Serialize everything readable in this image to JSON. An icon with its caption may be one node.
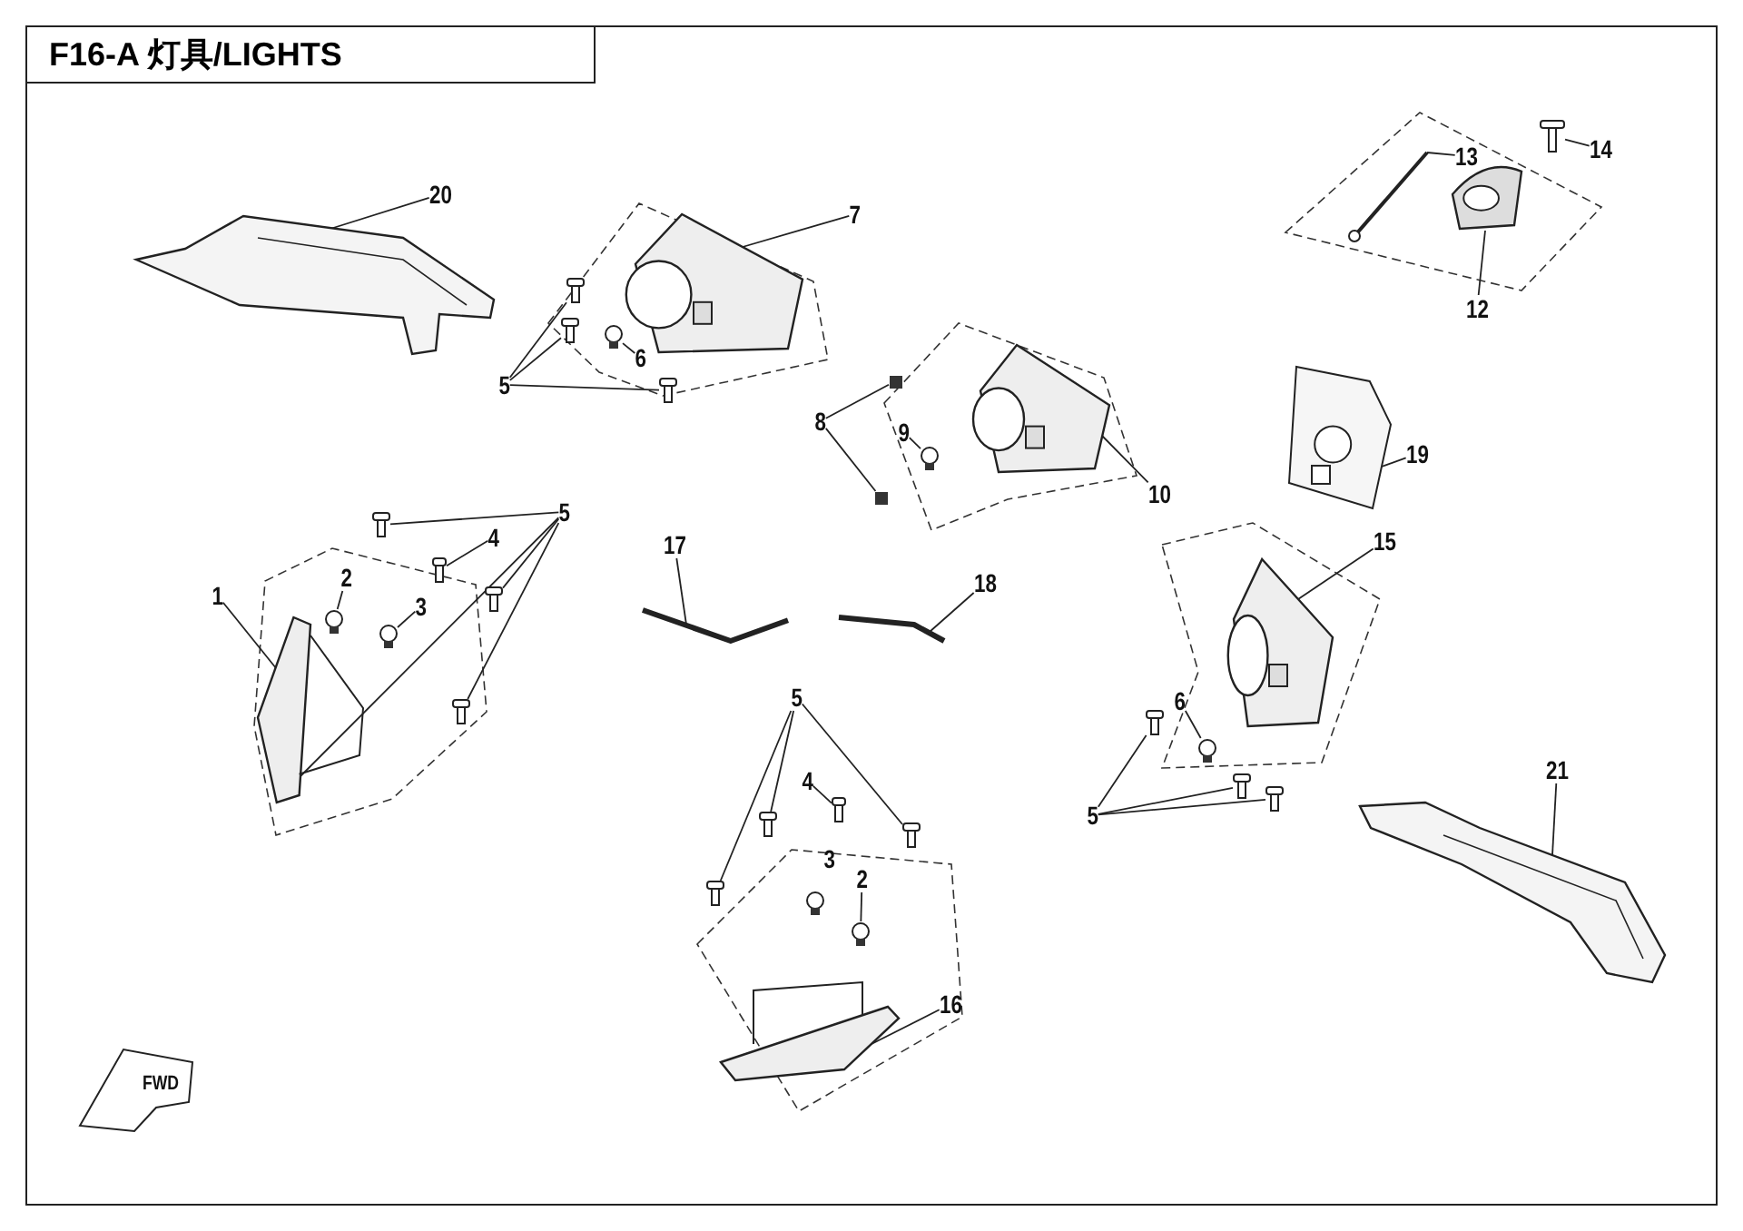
{
  "diagram": {
    "title": "F16-A 灯具/LIGHTS",
    "nodes": [
      {
        "text": [
          "20"
        ]
      },
      {
        "text": [
          "7"
        ]
      },
      {
        "text": [
          "5"
        ]
      },
      {
        "text": [
          "6"
        ]
      },
      {
        "text": [
          "13"
        ]
      },
      {
        "text": [
          "14"
        ]
      },
      {
        "text": [
          "12"
        ]
      },
      {
        "text": [
          "19"
        ]
      },
      {
        "text": [
          "8"
        ]
      },
      {
        "text": [
          "9"
        ]
      },
      {
        "text": [
          "10"
        ]
      },
      {
        "text": [
          "5"
        ]
      },
      {
        "text": [
          "4"
        ]
      },
      {
        "text": [
          "1"
        ]
      },
      {
        "text": [
          "2"
        ]
      },
      {
        "text": [
          "3"
        ]
      },
      {
        "text": [
          "17"
        ]
      },
      {
        "text": [
          "18"
        ]
      },
      {
        "text": [
          "15"
        ]
      },
      {
        "text": [
          "6"
        ]
      },
      {
        "text": [
          "5"
        ]
      },
      {
        "text": [
          "21"
        ]
      },
      {
        "text": [
          "5"
        ]
      },
      {
        "text": [
          "4"
        ]
      },
      {
        "text": [
          "2"
        ]
      },
      {
        "text": [
          "16"
        ]
      },
      {
        "text": [],
        "shape": "picture"
      },
      {
        "text": [],
        "shape": "picture"
      },
      {
        "text": [],
        "shape": "picture"
      },
      {
        "text": [],
        "shape": "picture"
      },
      {
        "text": [],
        "shape": "picture"
      },
      {
        "text": [],
        "shape": "picture"
      },
      {
        "text": [],
        "shape": "picture"
      },
      {
        "text": [],
        "shape": "picture"
      },
      {
        "text": [],
        "shape": "picture"
      },
      {
        "text": [],
        "shape": "picture"
      },
      {
        "text": [],
        "shape": "picture"
      },
      {
        "text": [],
        "shape": "picture"
      },
      {
        "text": [],
        "shape": "picture"
      },
      {
        "text": [],
        "shape": "picture"
      },
      {
        "text": [],
        "shape": "picture"
      },
      {
        "text": [],
        "shape": "picture"
      },
      {
        "text": [],
        "shape": "circle"
      },
      {
        "text": [],
        "shape": "box"
      },
      {
        "text": [],
        "shape": "box"
      },
      {
        "text": [],
        "shape": "circle"
      },
      {
        "text": [],
        "shape": "picture"
      },
      {
        "text": [],
        "shape": "picture"
      },
      {
        "text": [],
        "shape": "picture"
      },
      {
        "text": [],
        "shape": "picture"
      },
      {
        "text": [],
        "shape": "circle"
      },
      {
        "text": [],
        "shape": "circle"
      },
      {
        "text": [],
        "shape": "circle"
      },
      {
        "text": [],
        "shape": "picture"
      },
      {
        "text": [],
        "shape": "picture"
      },
      {
        "text": [],
        "shape": "picture"
      },
      {
        "text": [],
        "shape": "picture"
      },
      {
        "text": [],
        "shape": "picture"
      },
      {
        "text": [],
        "shape": "picture"
      },
      {
        "text": [],
        "shape": "picture"
      },
      {
        "text": [],
        "shape": "circle"
      },
      {
        "text": [],
        "shape": "circle"
      }
    ],
    "edges": [
      {
        "from": 0,
        "to": 26,
        "arrow": "none"
      },
      {
        "from": 1,
        "to": 27,
        "arrow": "none"
      },
      {
        "from": 2,
        "to": 39,
        "arrow": "none"
      },
      {
        "from": 2,
        "to": 40,
        "arrow": "none"
      },
      {
        "from": 2,
        "to": 41,
        "arrow": "none"
      },
      {
        "from": 3,
        "to": 42,
        "arrow": "none"
      },
      {
        "from": 4,
        "to": 28,
        "arrow": "none"
      },
      {
        "from": 5,
        "to": 29,
        "arrow": "none"
      },
      {
        "from": 6,
        "to": 30,
        "arrow": "none"
      },
      {
        "from": 7,
        "to": 31,
        "arrow": "none"
      },
      {
        "from": 8,
        "to": 43,
        "arrow": "none"
      },
      {
        "from": 8,
        "to": 44,
        "arrow": "none"
      },
      {
        "from": 9,
        "to": 45,
        "arrow": "none"
      },
      {
        "from": 10,
        "to": 32,
        "arrow": "none"
      },
      {
        "from": 11,
        "to": 46,
        "arrow": "none"
      },
      {
        "from": 11,
        "to": 47,
        "arrow": "none"
      },
      {
        "from": 11,
        "to": 48,
        "arrow": "none"
      },
      {
        "from": 11,
        "to": 33,
        "arrow": "none"
      },
      {
        "from": 12,
        "to": 49,
        "arrow": "none"
      },
      {
        "from": 13,
        "to": 33,
        "arrow": "none"
      },
      {
        "from": 14,
        "to": 50,
        "arrow": "none"
      },
      {
        "from": 15,
        "to": 51,
        "arrow": "none"
      },
      {
        "from": 16,
        "to": 34,
        "arrow": "none"
      },
      {
        "from": 17,
        "to": 35,
        "arrow": "none"
      },
      {
        "from": 18,
        "to": 36,
        "arrow": "none"
      },
      {
        "from": 19,
        "to": 52,
        "arrow": "none"
      },
      {
        "from": 20,
        "to": 53,
        "arrow": "none"
      },
      {
        "from": 20,
        "to": 54,
        "arrow": "none"
      },
      {
        "from": 20,
        "to": 55,
        "arrow": "none"
      },
      {
        "from": 21,
        "to": 37,
        "arrow": "none"
      },
      {
        "from": 22,
        "to": 56,
        "arrow": "none"
      },
      {
        "from": 22,
        "to": 57,
        "arrow": "none"
      },
      {
        "from": 22,
        "to": 58,
        "arrow": "none"
      },
      {
        "from": 23,
        "to": 59,
        "arrow": "none"
      },
      {
        "from": 24,
        "to": 60,
        "arrow": "none"
      },
      {
        "from": 25,
        "to": 38,
        "arrow": "none"
      }
    ],
    "labels": [
      "3",
      "FWD"
    ]
  }
}
